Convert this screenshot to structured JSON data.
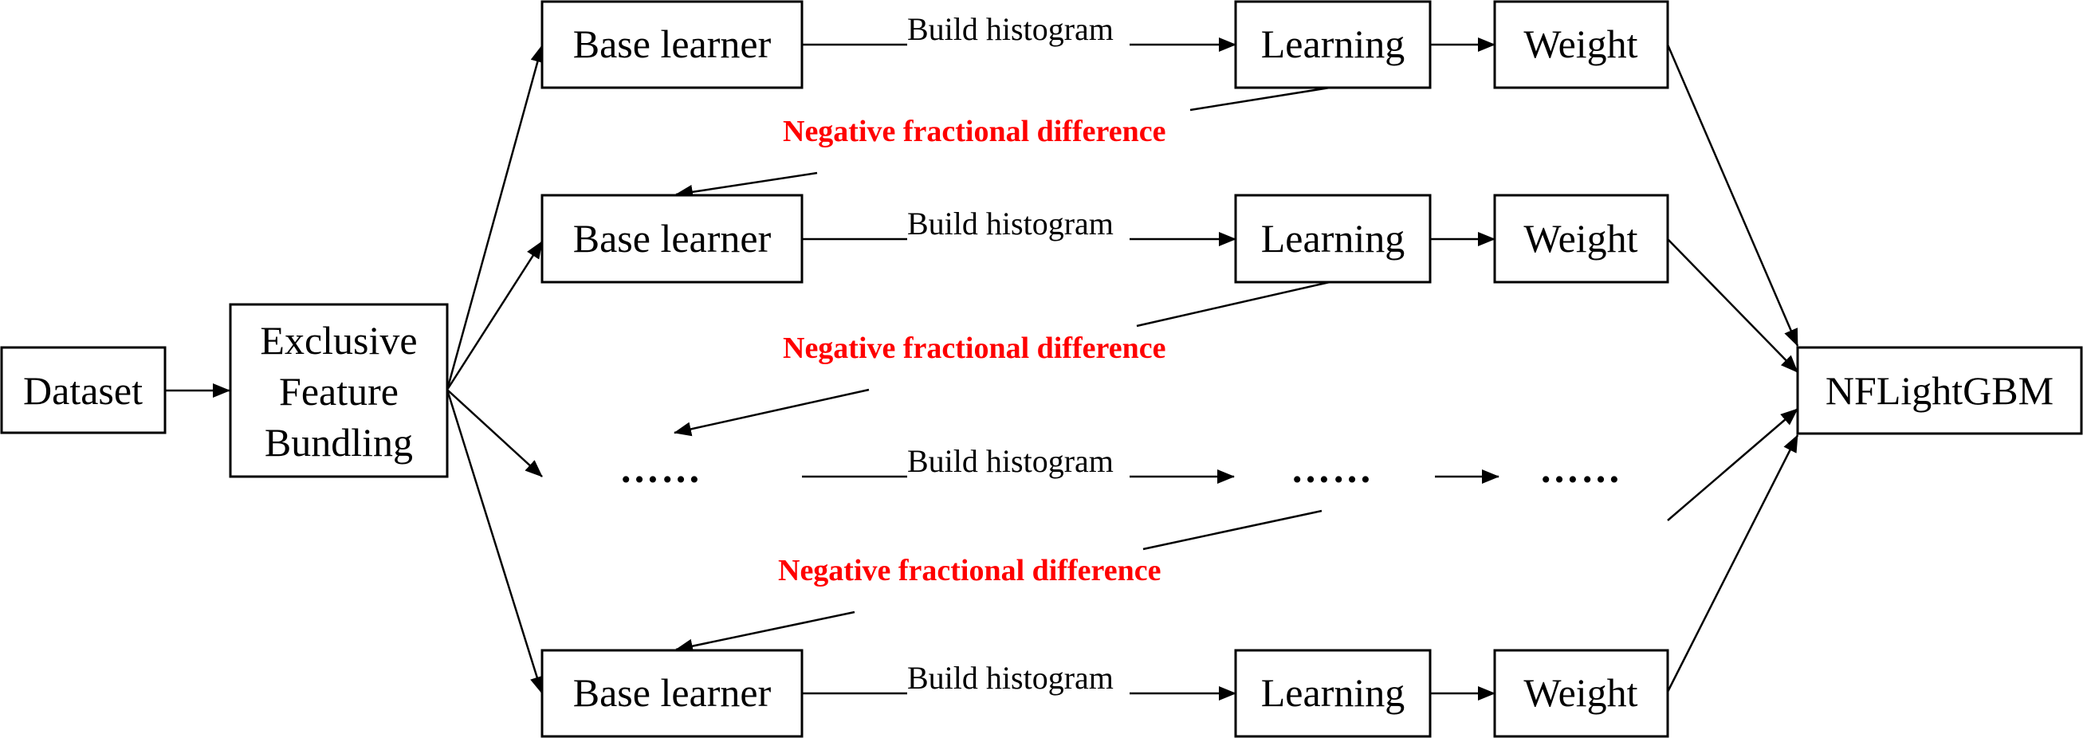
{
  "nodes": {
    "dataset": "Dataset",
    "efb": [
      "Exclusive",
      "Feature",
      "Bundling"
    ],
    "base_learner": "Base learner",
    "learning": "Learning",
    "weight": "Weight",
    "output": "NFLightGBM",
    "ellipsis": "……"
  },
  "edges": {
    "build_histogram": "Build histogram",
    "negative_fractional_difference": "Negative fractional difference"
  },
  "colors": {
    "negative_label": "#ff0000",
    "stroke": "#000000"
  }
}
